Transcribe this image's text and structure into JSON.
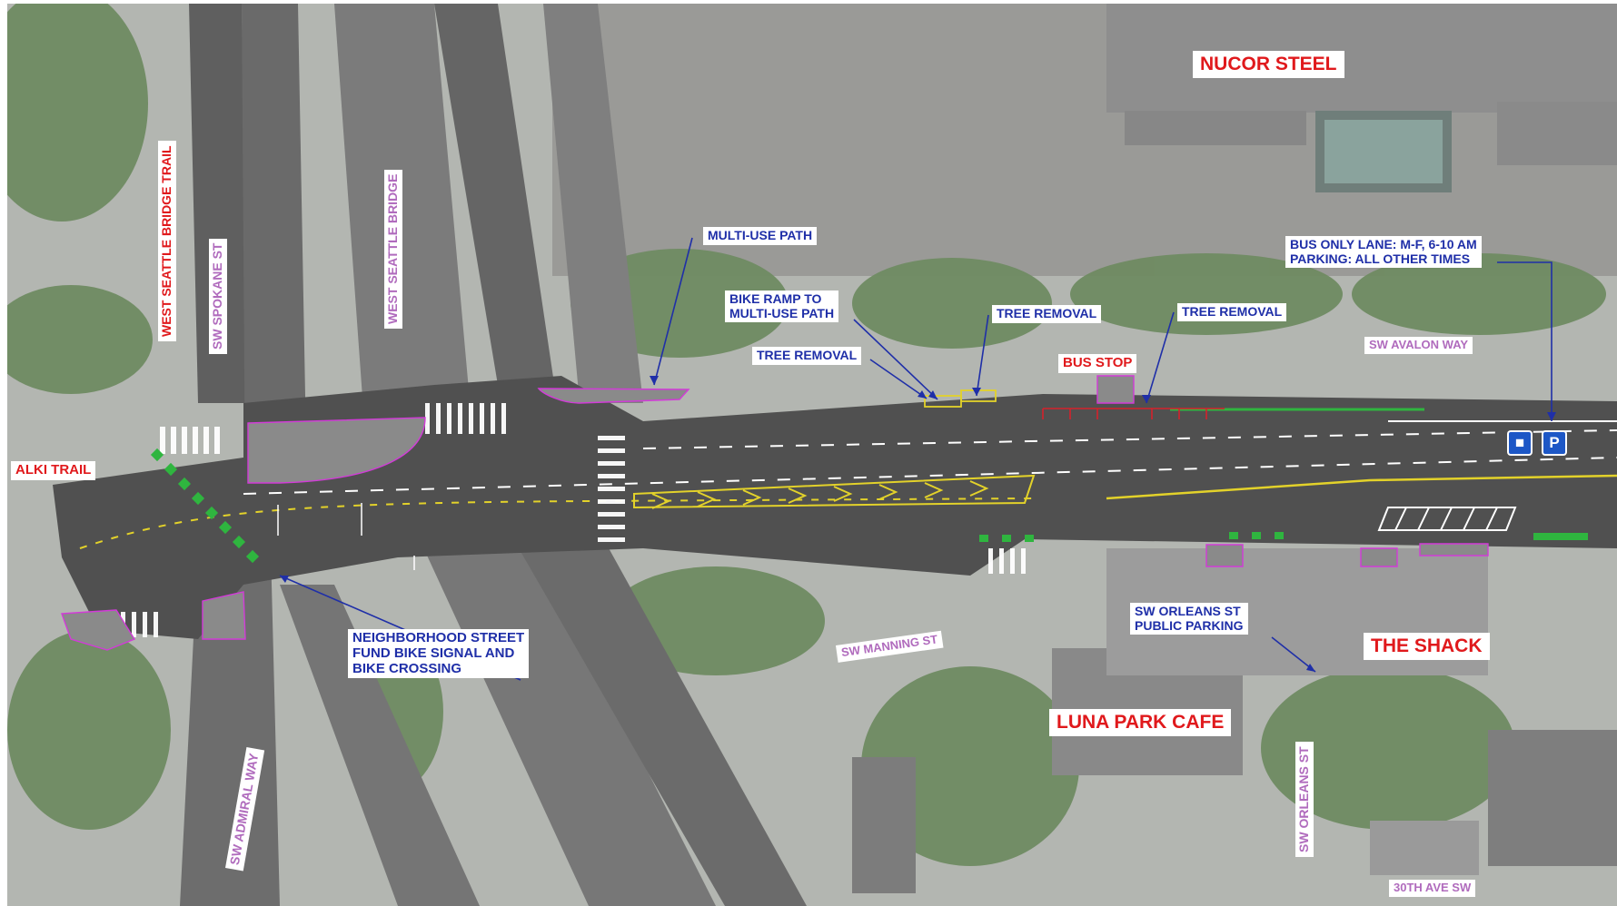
{
  "labels": {
    "nucor_steel": "NUCOR STEEL",
    "multi_use_path": "MULTI-USE PATH",
    "bus_only_lane": "BUS ONLY LANE: M-F, 6-10 AM\nPARKING: ALL OTHER TIMES",
    "bike_ramp": "BIKE RAMP TO\nMULTI-USE PATH",
    "tree_removal_1": "TREE REMOVAL",
    "tree_removal_2": "TREE REMOVAL",
    "tree_removal_3": "TREE REMOVAL",
    "sw_avalon_way": "SW AVALON WAY",
    "bus_stop": "BUS STOP",
    "alki_trail": "ALKI TRAIL",
    "west_seattle_bridge_trail": "WEST SEATTLE BRIDGE TRAIL",
    "sw_spokane_st": "SW SPOKANE ST",
    "west_seattle_bridge": "WEST  SEATTLE  BRIDGE",
    "neighborhood_street_fund": "NEIGHBORHOOD STREET\nFUND BIKE SIGNAL AND\nBIKE CROSSING",
    "sw_manning_st": "SW MANNING ST",
    "sw_orleans_parking": "SW ORLEANS ST\nPUBLIC PARKING",
    "the_shack": "THE SHACK",
    "luna_park_cafe": "LUNA PARK CAFE",
    "sw_admiral_way": "SW  ADMIRAL  WAY",
    "sw_orleans_st": "SW ORLEANS ST",
    "thirtieth_ave_sw": "30TH AVE SW"
  },
  "signs": {
    "bus": "■",
    "parking": "P"
  },
  "colors": {
    "label_red": "#e0191c",
    "label_blue": "#1f2fa8",
    "label_purple": "#b06bbd",
    "road": "#505050",
    "bike_green": "#2fb53f",
    "median_yellow": "#e3d22a",
    "sign_blue": "#1d57c6"
  }
}
